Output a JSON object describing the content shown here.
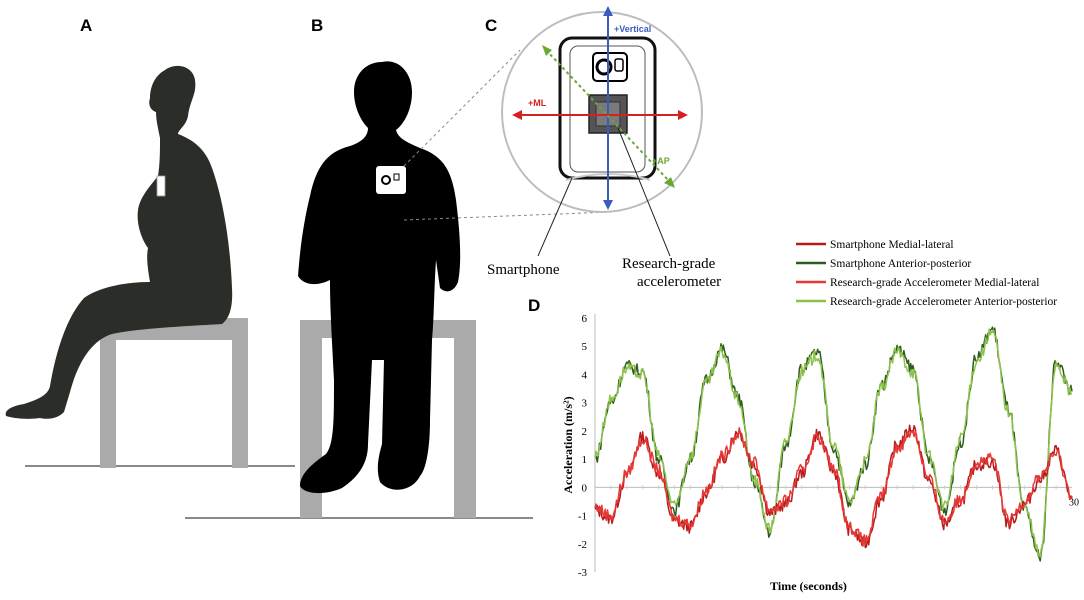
{
  "panels": {
    "a": "A",
    "b": "B",
    "c": "C",
    "d": "D"
  },
  "phone_diagram": {
    "vertical_label": "+Vertical",
    "ml_label": "+ML",
    "ap_label": "+AP",
    "smartphone_label": "Smartphone",
    "accelerometer_label_line1": "Research-grade",
    "accelerometer_label_line2": "accelerometer",
    "colors": {
      "vertical": "#3a5bbf",
      "ml": "#d42020",
      "ap": "#6aa832"
    }
  },
  "chart_data": {
    "type": "line",
    "xlabel": "Time (seconds)",
    "ylabel": "Acceleration (m/s²)",
    "ylim": [
      -3,
      6
    ],
    "xlim": [
      0,
      30
    ],
    "y_ticks": [
      "6",
      "5",
      "4",
      "3",
      "2",
      "1",
      "0",
      "-1",
      "-2",
      "-3"
    ],
    "x_tick_label": "30",
    "legend_position": "top-right",
    "series": [
      {
        "name": "Smartphone Medial-lateral",
        "color": "#b71c1c",
        "x": [
          0,
          1,
          2,
          3,
          4,
          5,
          6,
          7,
          8,
          9,
          10,
          11,
          12,
          13,
          14,
          15,
          16,
          17,
          18,
          19,
          20,
          21,
          22,
          23,
          24,
          25,
          26,
          27,
          28,
          29,
          30
        ],
        "values": [
          -0.8,
          -1.1,
          0.4,
          1.8,
          0.5,
          -1.2,
          -1.4,
          -0.2,
          1.0,
          2.0,
          0.8,
          -0.9,
          -0.6,
          0.5,
          1.9,
          0.6,
          -1.5,
          -2.0,
          -0.4,
          1.5,
          2.1,
          0.2,
          -1.3,
          -0.5,
          0.8,
          0.9,
          -1.3,
          -0.6,
          0.3,
          1.3,
          -0.4
        ]
      },
      {
        "name": "Smartphone Anterior-posterior",
        "color": "#2e5c1e",
        "x": [
          0,
          1,
          2,
          3,
          4,
          5,
          6,
          7,
          8,
          9,
          10,
          11,
          12,
          13,
          14,
          15,
          16,
          17,
          18,
          19,
          20,
          21,
          22,
          23,
          24,
          25,
          26,
          27,
          28,
          29,
          30
        ],
        "values": [
          1.0,
          3.0,
          4.3,
          4.1,
          1.0,
          -0.8,
          1.0,
          3.8,
          4.9,
          3.2,
          0.2,
          -1.6,
          1.5,
          4.2,
          4.8,
          1.4,
          -0.6,
          0.8,
          3.6,
          4.9,
          4.2,
          1.0,
          -0.8,
          1.6,
          4.6,
          5.6,
          2.8,
          -0.8,
          -2.5,
          4.5,
          3.4
        ]
      },
      {
        "name": "Research-grade Accelerometer Medial-lateral",
        "color": "#e53935",
        "x": [
          0,
          1,
          2,
          3,
          4,
          5,
          6,
          7,
          8,
          9,
          10,
          11,
          12,
          13,
          14,
          15,
          16,
          17,
          18,
          19,
          20,
          21,
          22,
          23,
          24,
          25,
          26,
          27,
          28,
          29,
          30
        ],
        "values": [
          -0.7,
          -1.0,
          0.5,
          1.7,
          0.6,
          -1.1,
          -1.3,
          -0.1,
          1.1,
          1.9,
          0.9,
          -0.8,
          -0.5,
          0.6,
          1.8,
          0.7,
          -1.4,
          -1.9,
          -0.3,
          1.4,
          2.0,
          0.3,
          -1.2,
          -0.4,
          0.9,
          1.0,
          -1.2,
          -0.5,
          0.4,
          1.2,
          -0.3
        ]
      },
      {
        "name": "Research-grade Accelerometer Anterior-posterior",
        "color": "#8bc34a",
        "x": [
          0,
          1,
          2,
          3,
          4,
          5,
          6,
          7,
          8,
          9,
          10,
          11,
          12,
          13,
          14,
          15,
          16,
          17,
          18,
          19,
          20,
          21,
          22,
          23,
          24,
          25,
          26,
          27,
          28,
          29,
          30
        ],
        "values": [
          1.1,
          3.1,
          4.2,
          4.0,
          1.1,
          -0.7,
          1.1,
          3.7,
          4.8,
          3.1,
          0.3,
          -1.5,
          1.6,
          4.1,
          4.7,
          1.5,
          -0.5,
          0.9,
          3.5,
          4.8,
          4.1,
          1.1,
          -0.7,
          1.7,
          4.5,
          5.5,
          2.7,
          -0.7,
          -2.4,
          4.4,
          3.3
        ]
      }
    ]
  }
}
